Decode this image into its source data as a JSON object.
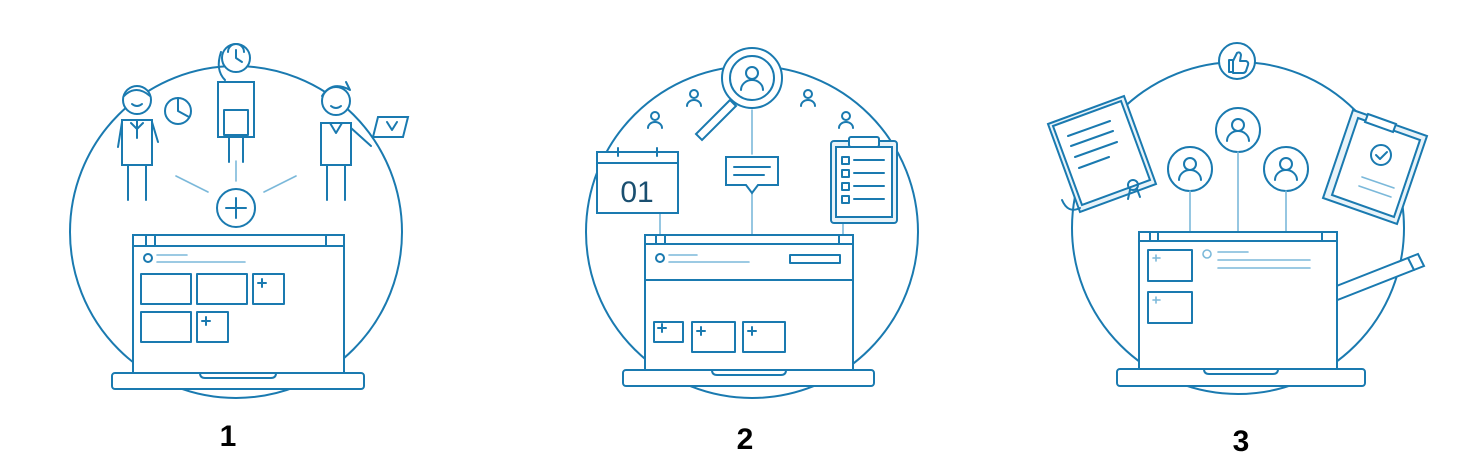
{
  "steps": [
    {
      "number": "1"
    },
    {
      "number": "2",
      "calendar_text": "01"
    },
    {
      "number": "3"
    }
  ],
  "colors": {
    "line": "#1a7ab0",
    "light_line": "#7cb9da",
    "panel_fill": "#e8f3f9",
    "text": "#000000"
  }
}
